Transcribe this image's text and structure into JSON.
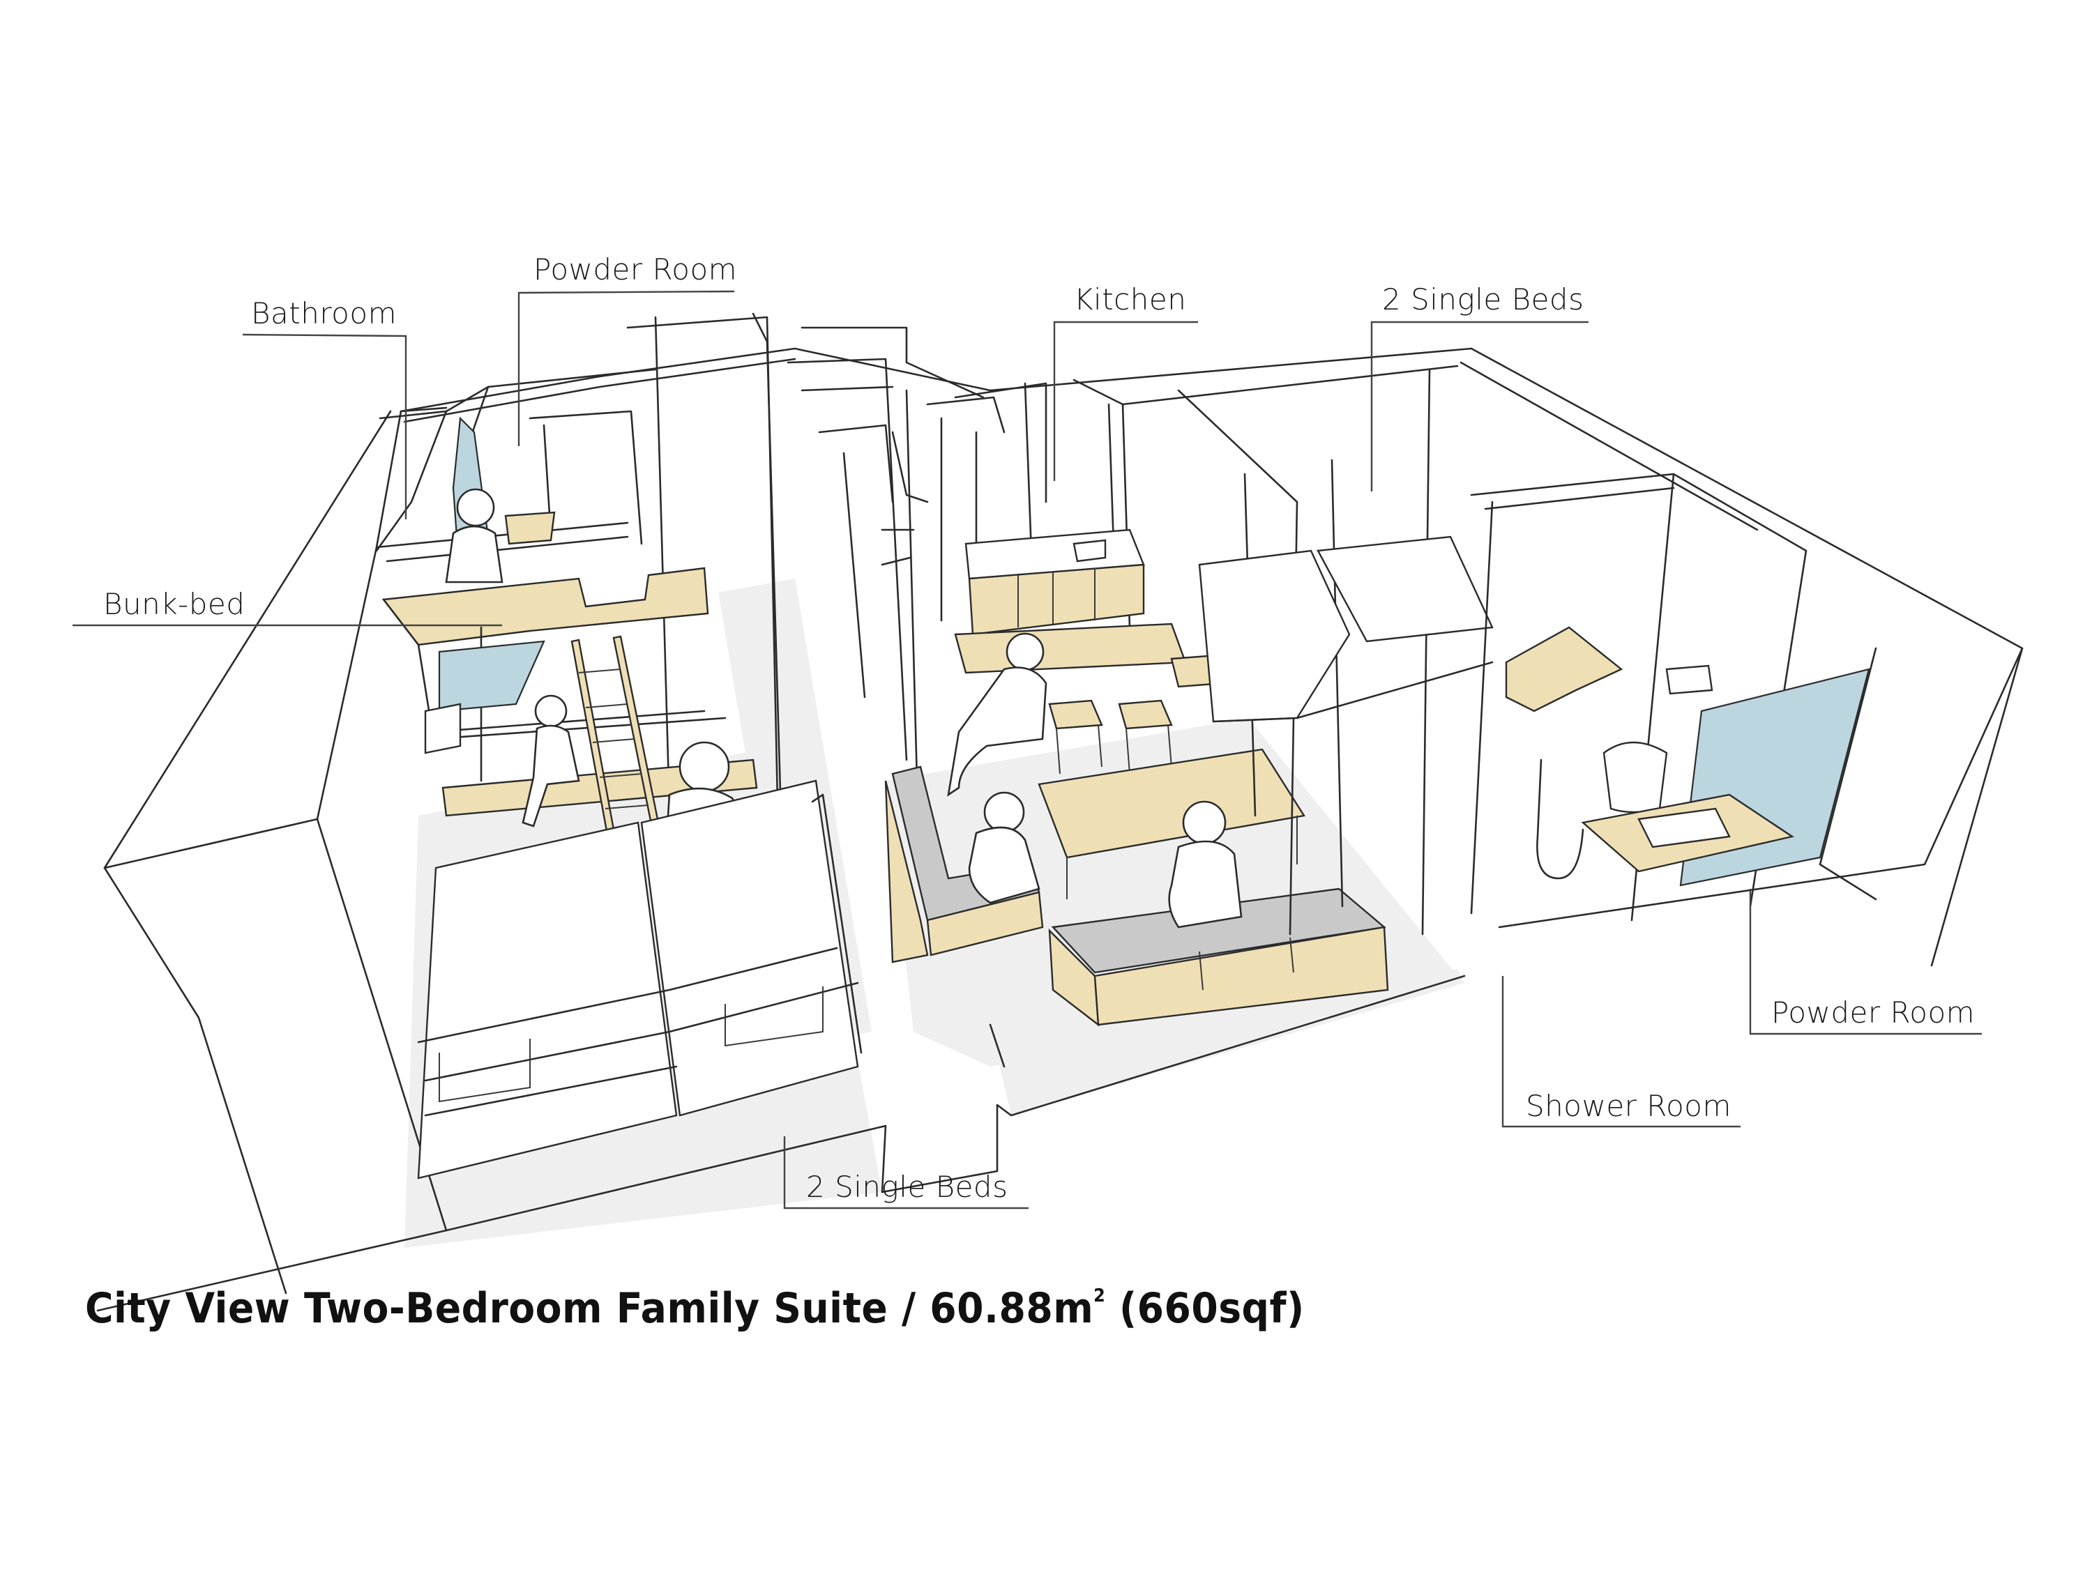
{
  "drawing": {
    "type": "isometric floor plan sketch",
    "title": "City View Two-Bedroom Family Suite",
    "area_m2": "60.88",
    "area_unit": "m",
    "area_superscript": "2",
    "area_sqf": "(660sqf)",
    "caption_text_main": "City View Two-Bedroom Family Suite / 60.88m",
    "caption_text_tail": " (660sqf)"
  },
  "labels": {
    "bathroom": "Bathroom",
    "powder_room_top": "Powder Room",
    "kitchen": "Kitchen",
    "single_beds_top": "2 Single Beds",
    "bunk_bed": "Bunk-bed",
    "single_beds_bottom": "2 Single Beds",
    "shower_room": "Shower Room",
    "powder_room_bottom": "Powder Room"
  },
  "colors": {
    "wood": "#EEDFB5",
    "glass": "#BCD6DF",
    "cushion": "#C9C9C9",
    "floor": "#EFEFEF",
    "line": "#2B2B2B",
    "background": "#FFFFFF"
  }
}
